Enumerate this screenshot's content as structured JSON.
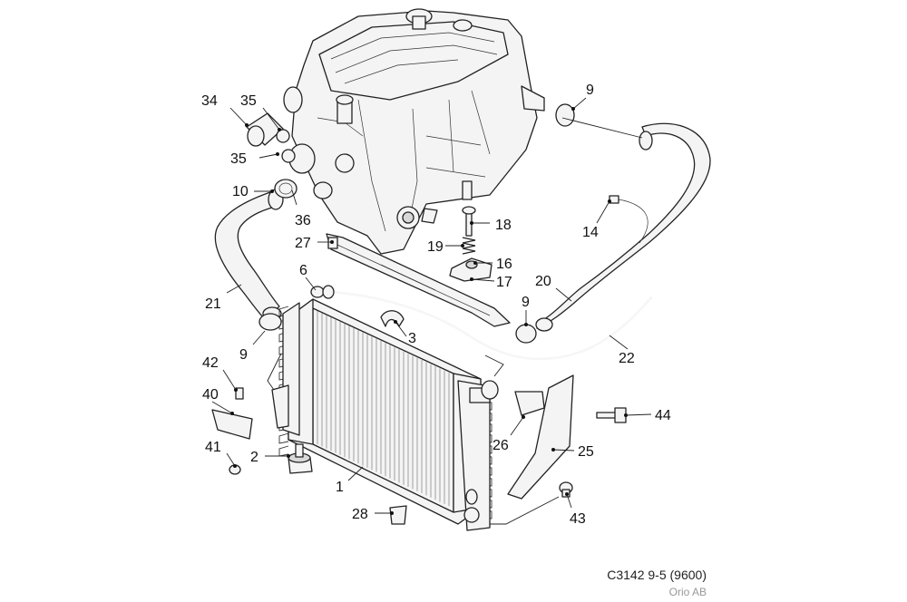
{
  "diagram": {
    "callouts": [
      {
        "id": "34",
        "text": "34"
      },
      {
        "id": "35a",
        "text": "35"
      },
      {
        "id": "35b",
        "text": "35"
      },
      {
        "id": "10",
        "text": "10"
      },
      {
        "id": "36",
        "text": "36"
      },
      {
        "id": "9a",
        "text": "9"
      },
      {
        "id": "9b",
        "text": "9"
      },
      {
        "id": "9c",
        "text": "9"
      },
      {
        "id": "14",
        "text": "14"
      },
      {
        "id": "18",
        "text": "18"
      },
      {
        "id": "19",
        "text": "19"
      },
      {
        "id": "27",
        "text": "27"
      },
      {
        "id": "16",
        "text": "16"
      },
      {
        "id": "17",
        "text": "17"
      },
      {
        "id": "20",
        "text": "20"
      },
      {
        "id": "21",
        "text": "21"
      },
      {
        "id": "6",
        "text": "6"
      },
      {
        "id": "3",
        "text": "3"
      },
      {
        "id": "22",
        "text": "22"
      },
      {
        "id": "42",
        "text": "42"
      },
      {
        "id": "40",
        "text": "40"
      },
      {
        "id": "44",
        "text": "44"
      },
      {
        "id": "26",
        "text": "26"
      },
      {
        "id": "25",
        "text": "25"
      },
      {
        "id": "41",
        "text": "41"
      },
      {
        "id": "2",
        "text": "2"
      },
      {
        "id": "1",
        "text": "1"
      },
      {
        "id": "28",
        "text": "28"
      },
      {
        "id": "43",
        "text": "43"
      }
    ]
  },
  "caption": {
    "code": "C3142 9-5 (9600)",
    "org": "Orio AB"
  }
}
